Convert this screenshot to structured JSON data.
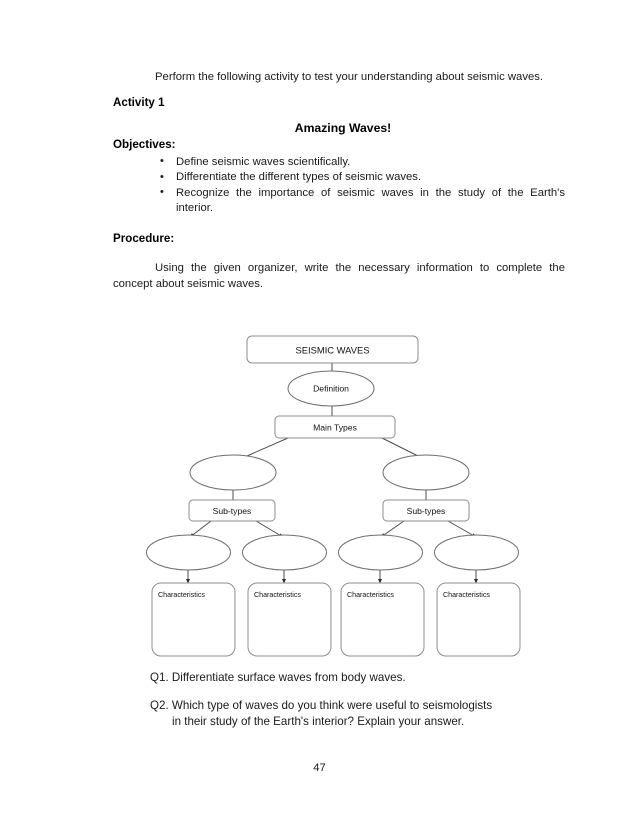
{
  "document": {
    "intro_paragraph": "Perform the following activity to test your understanding about seismic waves.",
    "activity_heading": "Activity 1",
    "activity_title": "Amazing Waves!",
    "objectives_heading": "Objectives:",
    "objectives": [
      "Define seismic waves scientifically.",
      "Differentiate the different types of seismic waves.",
      "Recognize the importance of seismic waves in the study of the Earth's interior."
    ],
    "procedure_heading": "Procedure:",
    "procedure_paragraph": "Using the given organizer, write the necessary information to complete the concept about seismic waves.",
    "page_number": "47"
  },
  "organizer": {
    "root_label": "SEISMIC WAVES",
    "definition_label": "Definition",
    "main_types_label": "Main Types",
    "subtypes_left_label": "Sub-types",
    "subtypes_right_label": "Sub-types",
    "blank_ellipses": [
      "",
      "",
      "",
      "",
      "",
      ""
    ],
    "characteristics": [
      "Characteristics",
      "Characteristics",
      "Characteristics",
      "Characteristics"
    ]
  },
  "questions": [
    {
      "number": "Q1.",
      "line1": "Differentiate surface waves from body waves.",
      "line2": ""
    },
    {
      "number": "Q2.",
      "line1": "Which type of waves do you think were useful to seismologists",
      "line2": "in their study of the Earth's interior? Explain your answer."
    }
  ],
  "colors": {
    "text": "#1a1a1a",
    "box_stroke": "#8c8c8c",
    "ellipse_stroke": "#6e6e6e",
    "connector": "#4d4d4d",
    "background": "#ffffff"
  }
}
